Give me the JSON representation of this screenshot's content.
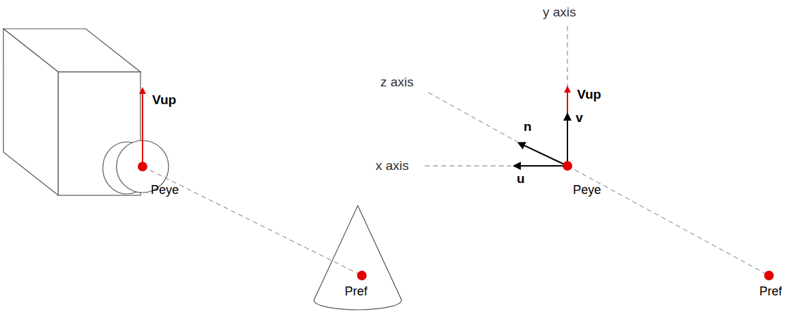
{
  "diagram": {
    "labels": [
      "Vup",
      "Peye",
      "Pref",
      "y axis",
      "z axis",
      "x axis",
      "Vup",
      "n",
      "v",
      "u",
      "Peye",
      "Pref"
    ]
  }
}
